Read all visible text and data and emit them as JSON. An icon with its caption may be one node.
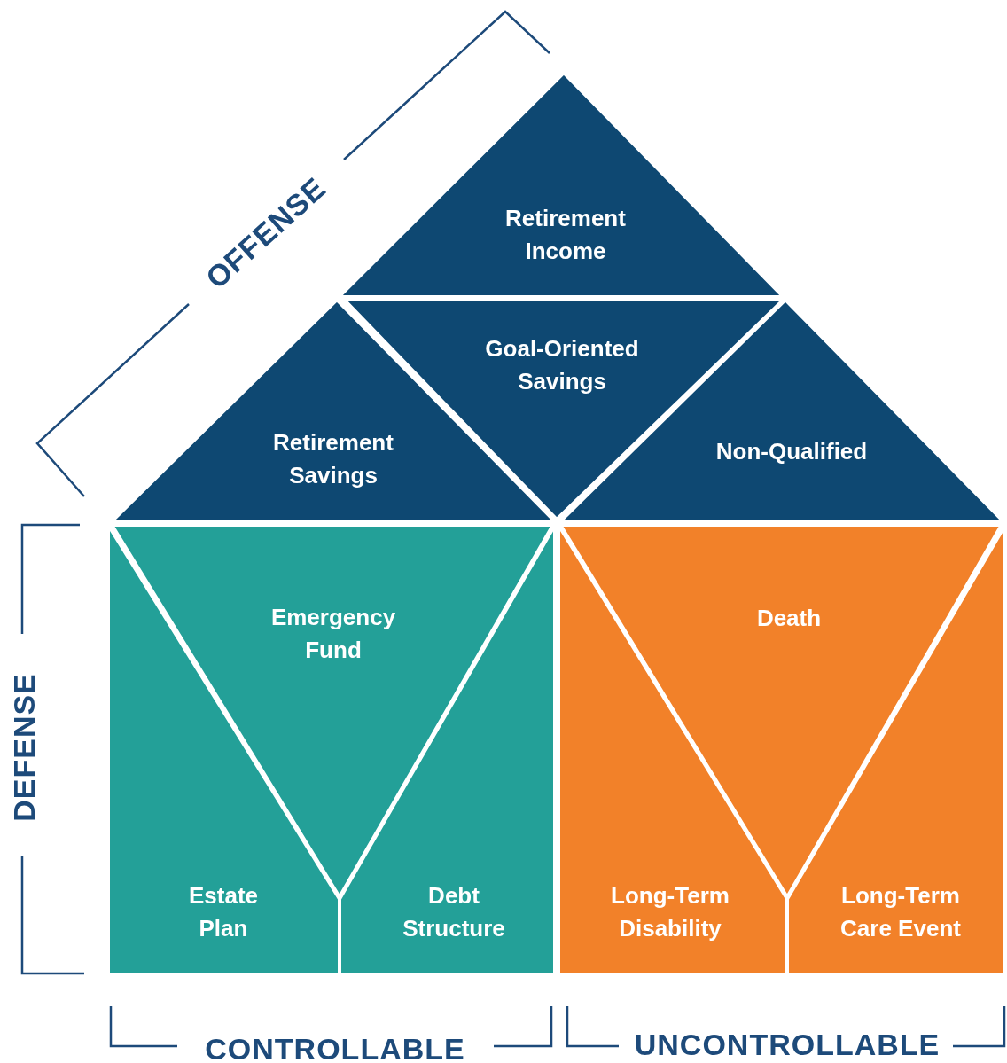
{
  "diagram": {
    "nodes": [
      {
        "text": [
          "Retirement Income"
        ]
      },
      {
        "text": [
          "Goal-Oriented Savings"
        ]
      },
      {
        "text": [
          "Retirement Savings"
        ]
      },
      {
        "text": [
          "Non-Qualified"
        ]
      },
      {
        "text": [
          "Emergency Fund"
        ]
      },
      {
        "text": [
          "Death"
        ]
      },
      {
        "text": [
          "Estate Plan"
        ]
      },
      {
        "text": [
          "Debt Structure"
        ]
      },
      {
        "text": [
          "Long-Term Disability"
        ]
      },
      {
        "text": [
          "Long-Term Care Event"
        ]
      }
    ],
    "edges": [],
    "labels": [
      "OFFENSE",
      "DEFENSE",
      "CONTROLLABLE",
      "UNCONTROLLABLE"
    ]
  }
}
